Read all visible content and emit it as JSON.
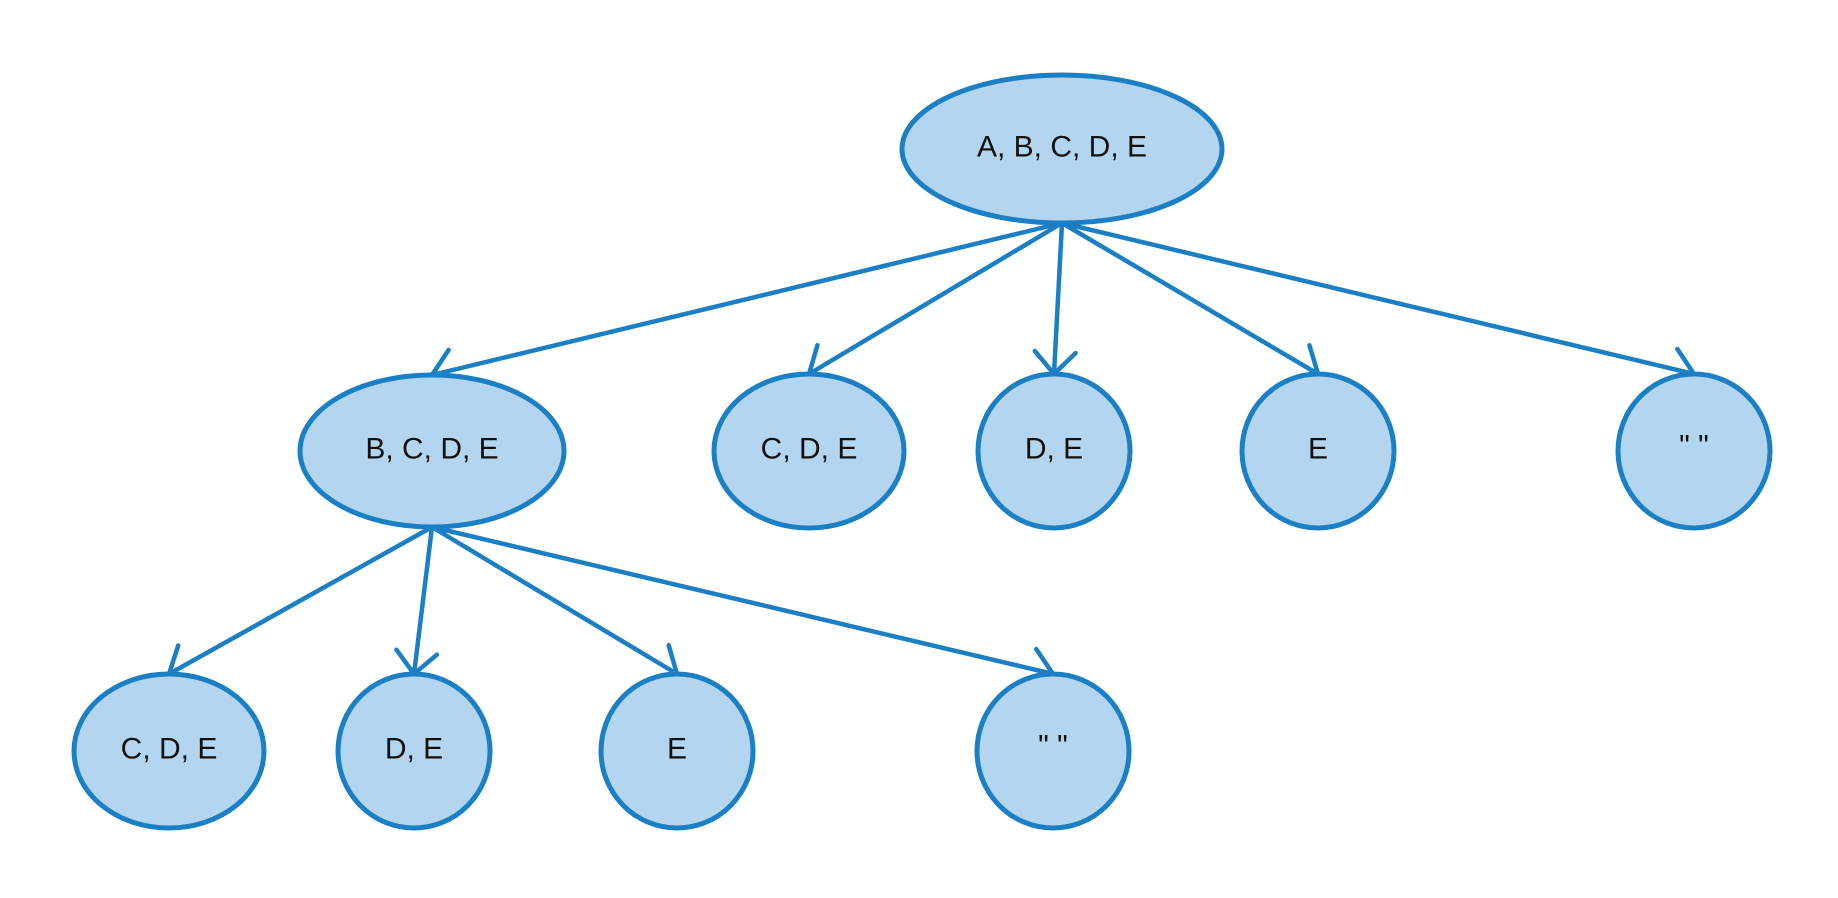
{
  "colors": {
    "node_fill": "#b3d5f0",
    "node_stroke": "#1a7fc4",
    "edge": "#1a7fc4",
    "label": "#111111"
  },
  "nodes": [
    {
      "id": "root",
      "label": "A, B, C, D, E"
    },
    {
      "id": "l1-bcde",
      "label": "B, C, D, E"
    },
    {
      "id": "l1-cde",
      "label": "C, D, E"
    },
    {
      "id": "l1-de",
      "label": "D, E"
    },
    {
      "id": "l1-e",
      "label": "E"
    },
    {
      "id": "l1-empty",
      "label": "\" \""
    },
    {
      "id": "l2-cde",
      "label": "C, D, E"
    },
    {
      "id": "l2-de",
      "label": "D, E"
    },
    {
      "id": "l2-e",
      "label": "E"
    },
    {
      "id": "l2-empty",
      "label": "\" \""
    }
  ],
  "edges": [
    {
      "from": "root",
      "to": "l1-bcde"
    },
    {
      "from": "root",
      "to": "l1-cde"
    },
    {
      "from": "root",
      "to": "l1-de"
    },
    {
      "from": "root",
      "to": "l1-e"
    },
    {
      "from": "root",
      "to": "l1-empty"
    },
    {
      "from": "l1-bcde",
      "to": "l2-cde"
    },
    {
      "from": "l1-bcde",
      "to": "l2-de"
    },
    {
      "from": "l1-bcde",
      "to": "l2-e"
    },
    {
      "from": "l1-bcde",
      "to": "l2-empty"
    }
  ]
}
